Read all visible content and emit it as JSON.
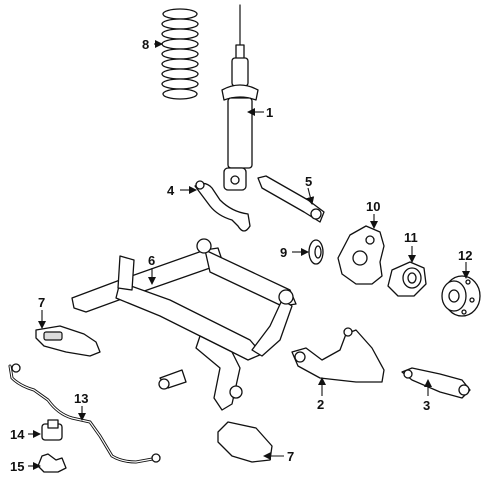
{
  "callouts": [
    {
      "id": "1",
      "text": "1"
    },
    {
      "id": "2",
      "text": "2"
    },
    {
      "id": "3",
      "text": "3"
    },
    {
      "id": "4",
      "text": "4"
    },
    {
      "id": "5",
      "text": "5"
    },
    {
      "id": "6",
      "text": "6"
    },
    {
      "id": "7a",
      "text": "7"
    },
    {
      "id": "7b",
      "text": "7"
    },
    {
      "id": "8",
      "text": "8"
    },
    {
      "id": "9",
      "text": "9"
    },
    {
      "id": "10",
      "text": "10"
    },
    {
      "id": "11",
      "text": "11"
    },
    {
      "id": "12",
      "text": "12"
    },
    {
      "id": "13",
      "text": "13"
    },
    {
      "id": "14",
      "text": "14"
    },
    {
      "id": "15",
      "text": "15"
    }
  ]
}
